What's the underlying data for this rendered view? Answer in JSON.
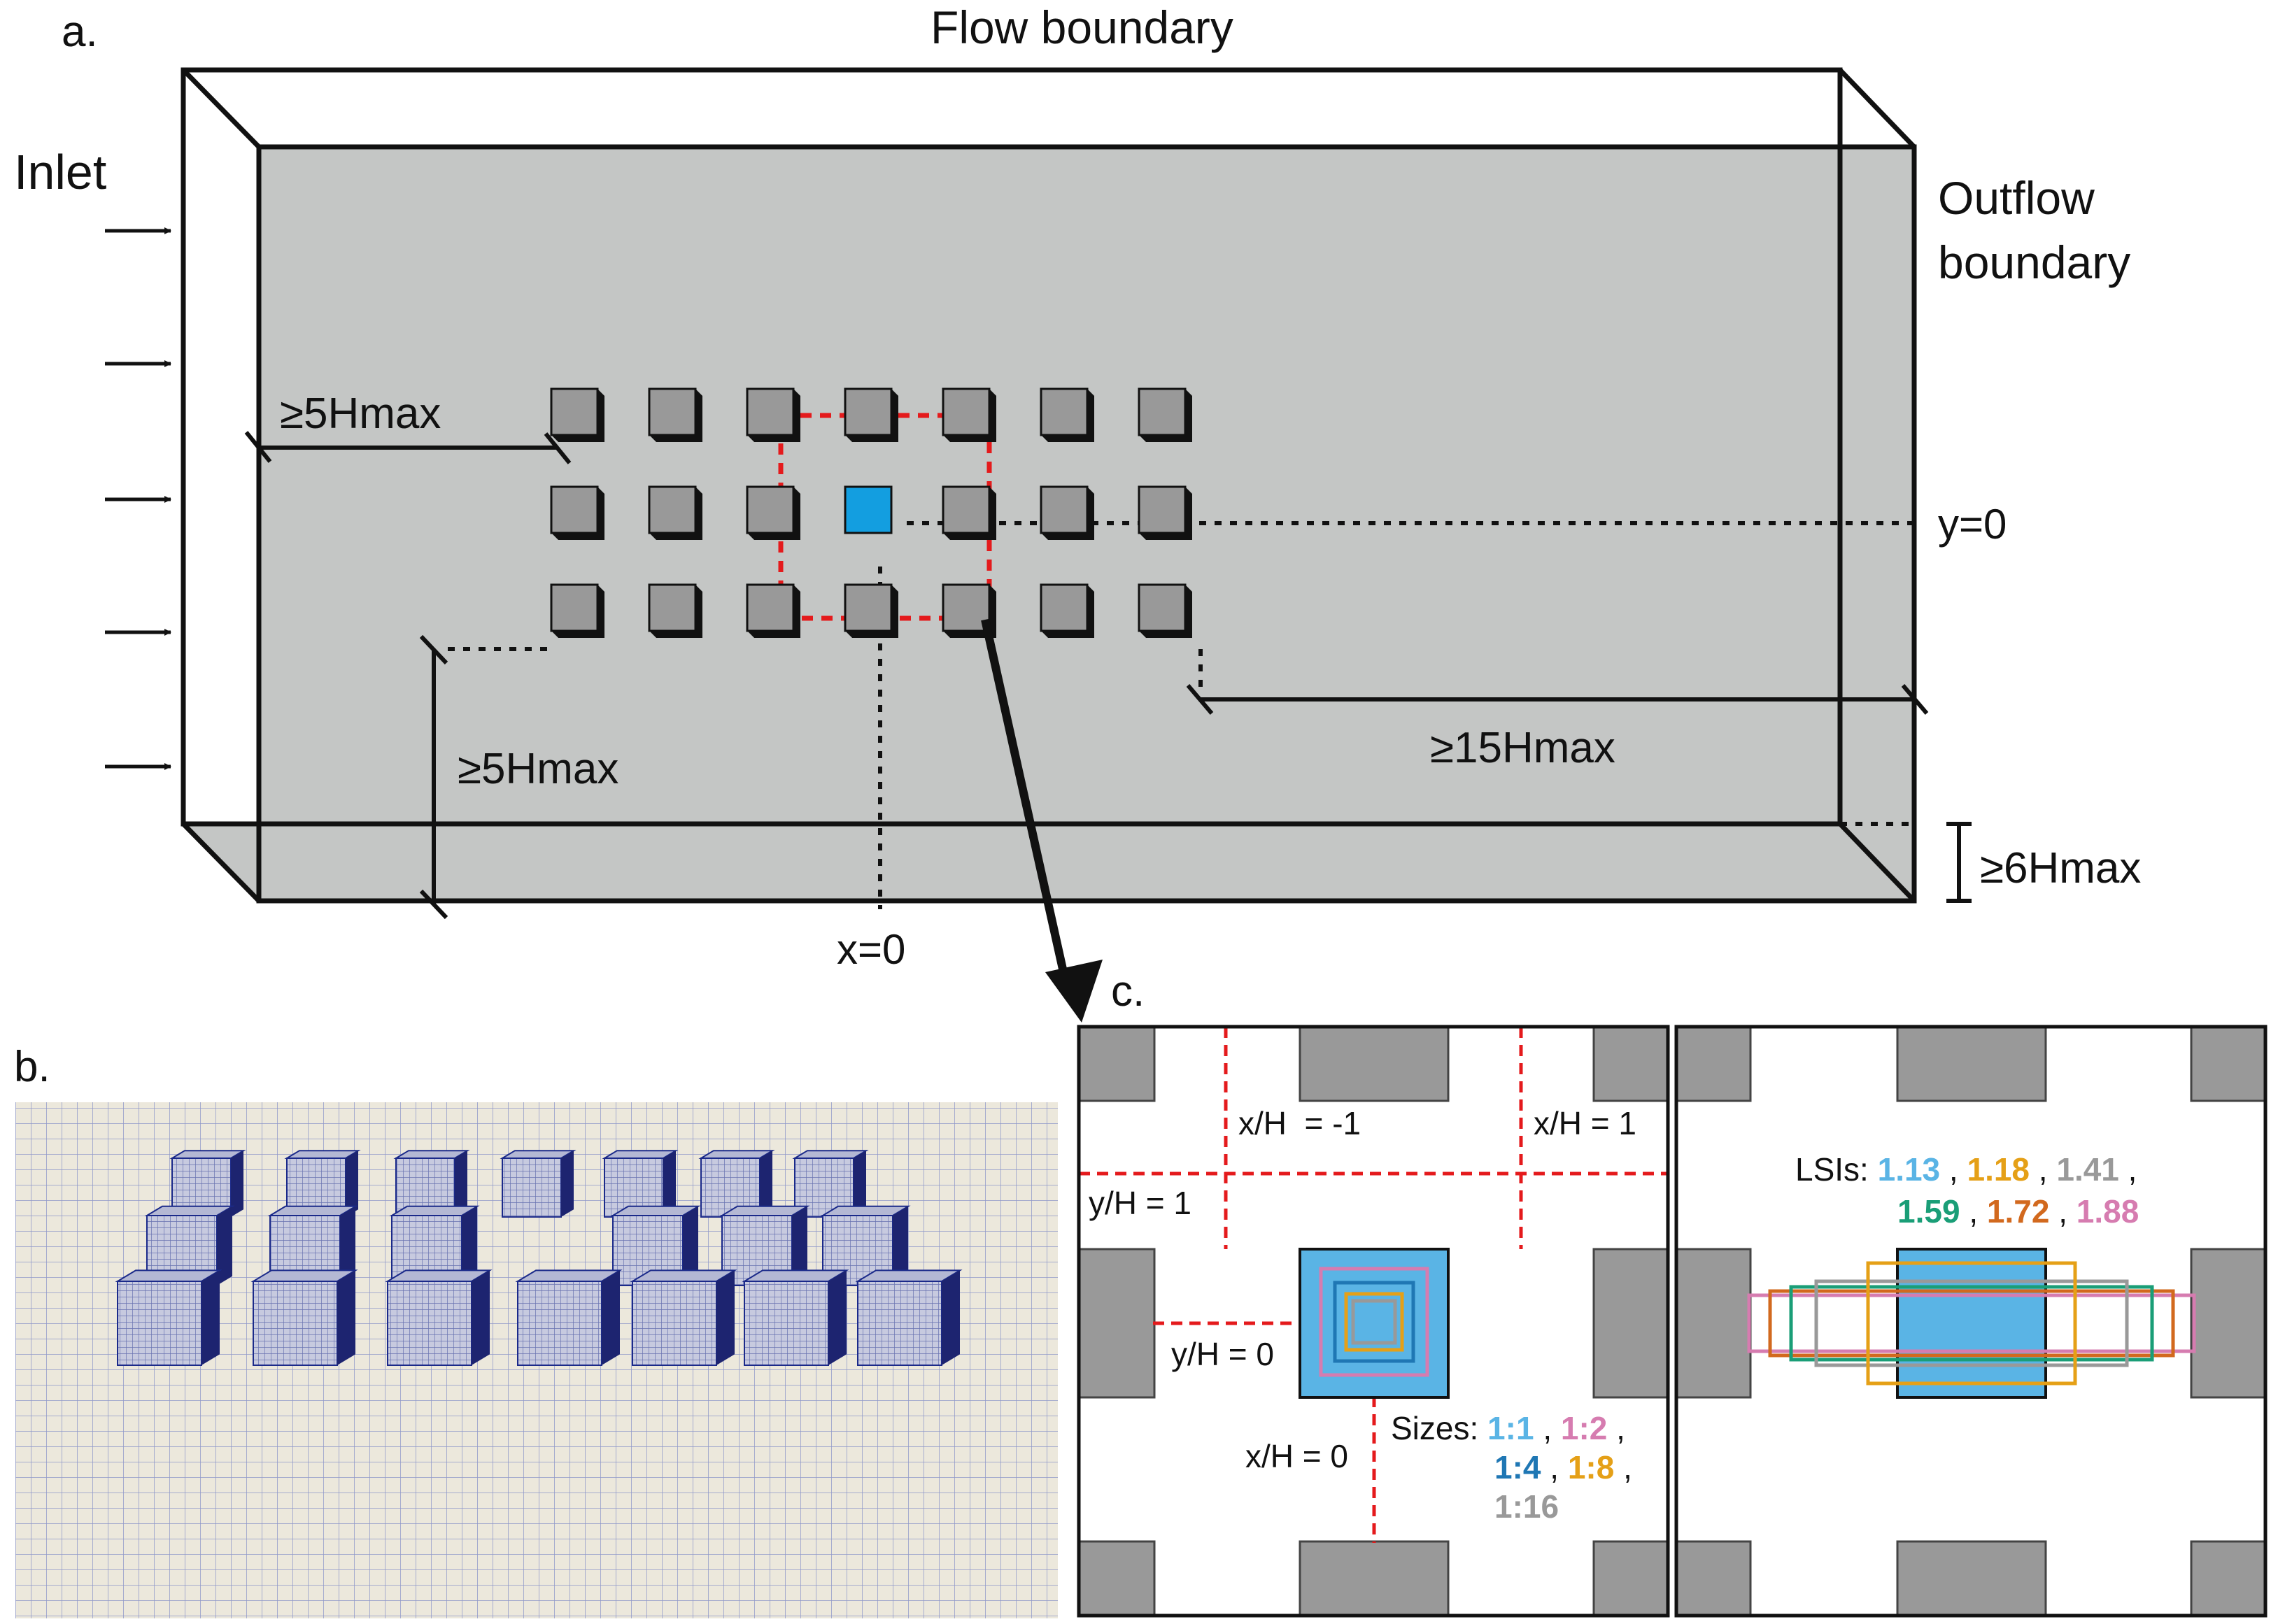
{
  "panel_a": {
    "label": "a.",
    "flow_boundary": "Flow boundary",
    "inlet": "Inlet",
    "outflow_line1": "Outflow",
    "outflow_line2": "boundary",
    "upstream_distance": "≥5Hmax",
    "lateral_distance": "≥5Hmax",
    "downstream_distance": "≥15Hmax",
    "height_distance": "≥6Hmax",
    "y_axis_label": "y=0",
    "x_axis_label": "x=0",
    "array": {
      "rows": 3,
      "columns": 7
    }
  },
  "panel_b": {
    "label": "b."
  },
  "panel_c": {
    "label": "c.",
    "left": {
      "x_minus": "x/H  = -1",
      "x_plus": "x/H = 1",
      "y_one": "y/H = 1",
      "y_zero": "y/H = 0",
      "x_zero": "x/H = 0",
      "sizes_label": "Sizes:",
      "sizes": [
        {
          "text": "1:1",
          "color": "#5ab4e5"
        },
        {
          "text": "1:2",
          "color": "#d67cb0"
        },
        {
          "text": "1:4",
          "color": "#1f77b4"
        },
        {
          "text": "1:8",
          "color": "#e5a017"
        },
        {
          "text": "1:16",
          "color": "#999999"
        }
      ]
    },
    "right": {
      "lsis_label": "LSIs:",
      "lsis": [
        {
          "text": "1.13",
          "color": "#5ab4e5"
        },
        {
          "text": "1.18",
          "color": "#e5a017"
        },
        {
          "text": "1.41",
          "color": "#999999"
        },
        {
          "text": "1.59",
          "color": "#1a9e77"
        },
        {
          "text": "1.72",
          "color": "#d2691e"
        },
        {
          "text": "1.88",
          "color": "#d67cb0"
        }
      ]
    }
  },
  "colors": {
    "domain_fill": "#c4c6c5",
    "building_fill": "#999999",
    "target_building": "#139ee0",
    "highlight_dashed": "#e41a1c",
    "mesh_background": "#ece8dc",
    "mesh_line": "#3b4aa6",
    "patch_blue": "#5ab4e5"
  }
}
